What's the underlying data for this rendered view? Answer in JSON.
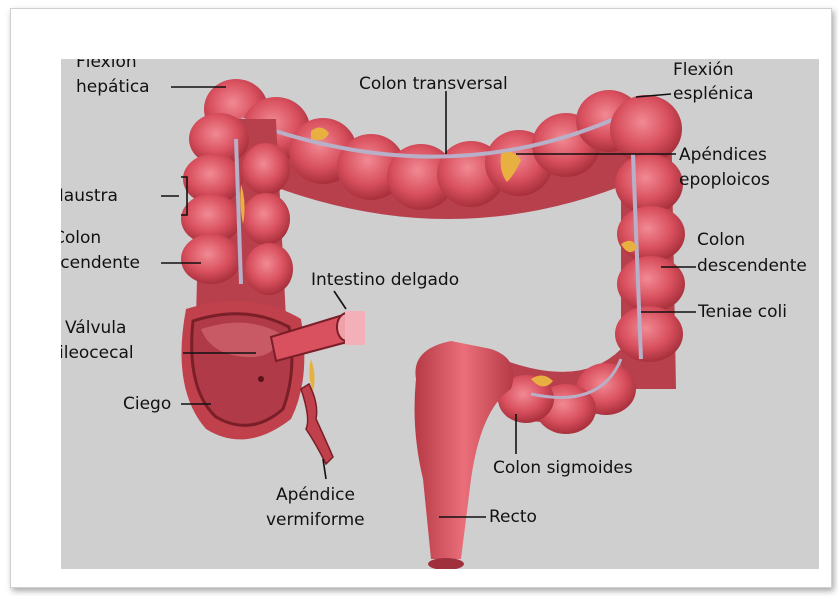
{
  "labels": {
    "flexion_hepatica_1": "Flexión",
    "flexion_hepatica_2": "hepática",
    "colon_transversal": "Colon transversal",
    "flexion_esplenica_1": "Flexión",
    "flexion_esplenica_2": "esplénica",
    "apendices_epiploicos_1": "Apéndices",
    "apendices_epiploicos_2": "epoploicos",
    "haustra": "Haustra",
    "colon_ascendente_1": "Colon",
    "colon_ascendente_2": "ascendente",
    "colon_descendente_1": "Colon",
    "colon_descendente_2": "descendente",
    "intestino_delgado": "Intestino delgado",
    "valvula_1": "Válvula",
    "valvula_2": "ileocecal",
    "teniae_coli": "Teniae coli",
    "ciego": "Ciego",
    "colon_sigmoides": "Colon sigmoides",
    "apendice_1": "Apéndice",
    "apendice_2": "vermiforme",
    "recto": "Recto"
  },
  "colors": {
    "background": "#cfcfcf",
    "colon": "#d9505e",
    "colon_dark": "#9e2a36",
    "fat": "#e8b040",
    "leader": "#111111"
  }
}
